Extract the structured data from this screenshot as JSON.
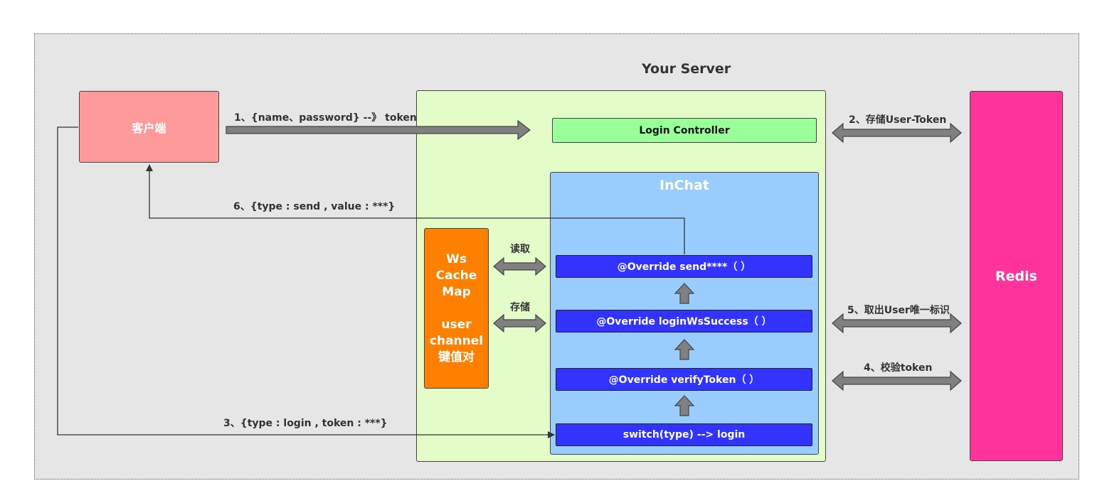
{
  "server_title": "Your Server",
  "nodes": {
    "client": "客户端",
    "redis": "Redis",
    "login_controller": "Login Controller",
    "inchat": "InChat",
    "cache_lines": [
      "Ws",
      "Cache",
      "Map",
      "",
      "user",
      "channel",
      "键值对"
    ]
  },
  "methods": {
    "send": "@Override  send****（ ）",
    "login_success": "@Override  loginWsSuccess（ ）",
    "verify": "@Override  verifyToken（ ）",
    "switch": "switch(type)  --> login"
  },
  "edges": {
    "step1": "1、{name、password} --》 token",
    "step2": "2、存储User-Token",
    "step3": "3、{type : login , token : ***}",
    "step4": "4、校验token",
    "step5": "5、取出User唯一标识",
    "step6": "6、{type : send , value : ***}",
    "read": "读取",
    "store": "存储"
  },
  "colors": {
    "client": "#ff9a9a",
    "redis": "#ff3399",
    "login_controller": "#99ff99",
    "inchat": "#99ccff",
    "cache": "#ff8000",
    "method": "#3333ff",
    "server": "#e4fcc8",
    "arrow": "#808080"
  }
}
